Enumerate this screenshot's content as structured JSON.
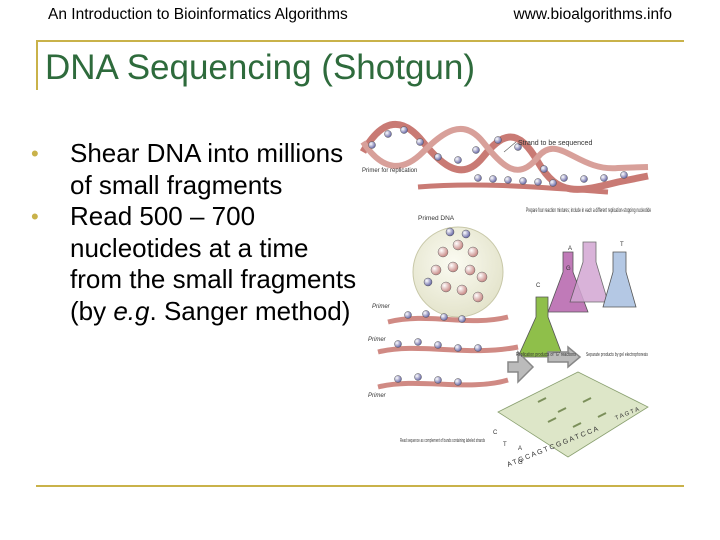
{
  "header": {
    "left": "An Introduction to Bioinformatics Algorithms",
    "right": "www.bioalgorithms.info"
  },
  "title": "DNA Sequencing (Shotgun)",
  "bullets": [
    {
      "parts": [
        "Shear DNA into millions of small fragments"
      ]
    },
    {
      "parts": [
        "Read 500 – 700 nucleotides at a time from the small fragments (by ",
        "e.g",
        ". Sanger method)"
      ]
    }
  ],
  "figure": {
    "labels": {
      "strand": "Strand to be sequenced",
      "primer_for": "Primer for replication",
      "primed_dna": "Primed DNA",
      "prepare": "Prepare four reaction mixtures; include in each a different replication-stopping nucleotide",
      "primer_a": "Primer",
      "primer_b": "Primer",
      "primer_c": "Primer",
      "replication": "Replication products of \"G\" reactions",
      "separate": "Separate products by gel electrophoresis",
      "read_seq": "Read sequence as complement of bands containing labeled strands",
      "lbl_a1": "A",
      "lbl_g1": "G",
      "lbl_c1": "C",
      "lbl_t1": "T",
      "lbl_c2": "C",
      "lbl_t2": "T",
      "lbl_a2": "A",
      "lbl_g2": "G",
      "gel_seq": "A T G C A G T C G G A T C C A",
      "gel_top": "T A G T A"
    }
  }
}
